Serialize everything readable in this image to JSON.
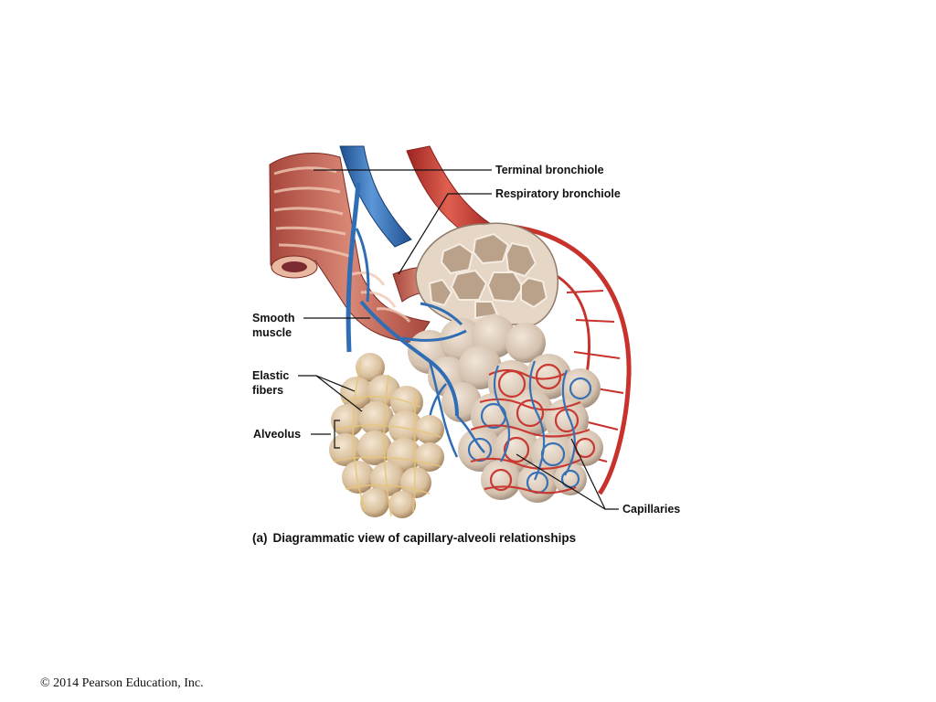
{
  "labels": {
    "terminal_bronchiole": "Terminal bronchiole",
    "respiratory_bronchiole": "Respiratory bronchiole",
    "smooth_muscle_1": "Smooth",
    "smooth_muscle_2": "muscle",
    "elastic_fibers_1": "Elastic",
    "elastic_fibers_2": "fibers",
    "alveolus": "Alveolus",
    "capillaries": "Capillaries"
  },
  "caption": {
    "letter": "(a)",
    "text": "Diagrammatic view of capillary-alveoli relationships"
  },
  "copyright": "© 2014 Pearson Education, Inc.",
  "colors": {
    "artery": "#c8322c",
    "vein": "#2f6db4",
    "alveolus": "#d9c3a8",
    "muscle": "#b8544a"
  }
}
